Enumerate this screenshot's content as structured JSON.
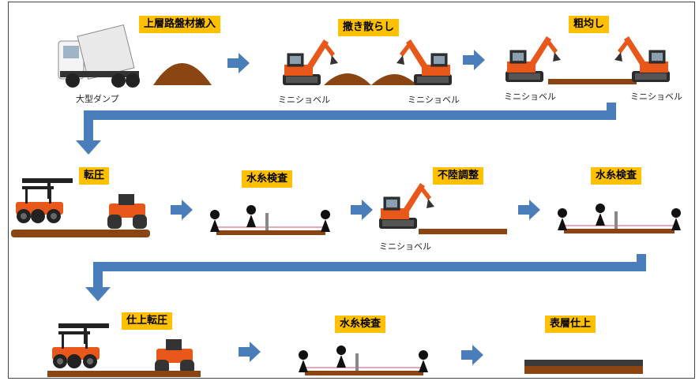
{
  "steps": {
    "s1": "上層路盤材搬入",
    "s2": "撒き散らし",
    "s3": "粗均し",
    "s4": "転圧",
    "s5": "水糸検査",
    "s6": "不陸調整",
    "s7": "水糸検査",
    "s8": "仕上転圧",
    "s9": "水糸検査",
    "s10": "表層仕上"
  },
  "captions": {
    "dump": "大型ダンプ",
    "mini1": "ミニショベル",
    "mini2": "ミニショベル",
    "mini3": "ミニショベル",
    "mini4": "ミニショベル",
    "mini5": "ミニショベル"
  },
  "colors": {
    "tag_bg": "#ffc000",
    "arrow": "#4a7ebb",
    "soil": "#8b4513",
    "machine": "#e8581a",
    "machine_dark": "#222222",
    "string_line": "#e38aa8",
    "surface_top": "#3a3a3a"
  }
}
